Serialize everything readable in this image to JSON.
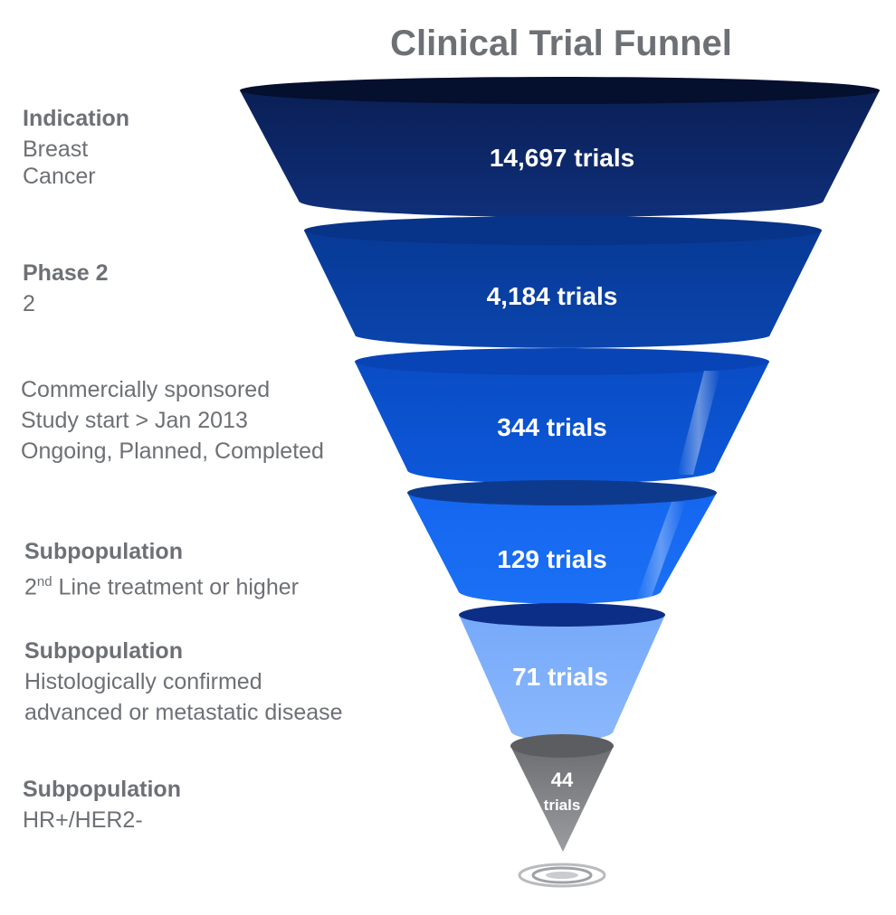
{
  "title": "Clinical Trial Funnel",
  "stages": [
    {
      "heading": "Indication",
      "lines": [
        "Breast",
        "Cancer"
      ],
      "count_label": "14,697 trials",
      "color": "#0d2a6b"
    },
    {
      "heading": "Phase 2",
      "lines": [
        "2"
      ],
      "count_label": "4,184 trials",
      "color": "#0a3fa0"
    },
    {
      "heading": "",
      "lines": [
        "Commercially sponsored",
        "Study start > Jan 2013",
        "Ongoing, Planned, Completed"
      ],
      "count_label": "344 trials",
      "color": "#0b52d0"
    },
    {
      "heading": "Subpopulation",
      "sup_prefix": "2",
      "sup": "nd",
      "lines": [
        " Line treatment or higher"
      ],
      "count_label": "129 trials",
      "color": "#1a6cf2"
    },
    {
      "heading": "Subpopulation",
      "lines": [
        "Histologically confirmed",
        "advanced or metastatic disease"
      ],
      "count_label": "71 trials",
      "color": "#7fb0fb"
    },
    {
      "heading": "Subpopulation",
      "lines": [
        "HR+/HER2-"
      ],
      "count_label_top": "44",
      "count_label_bottom": "trials",
      "color": "#808285"
    }
  ]
}
